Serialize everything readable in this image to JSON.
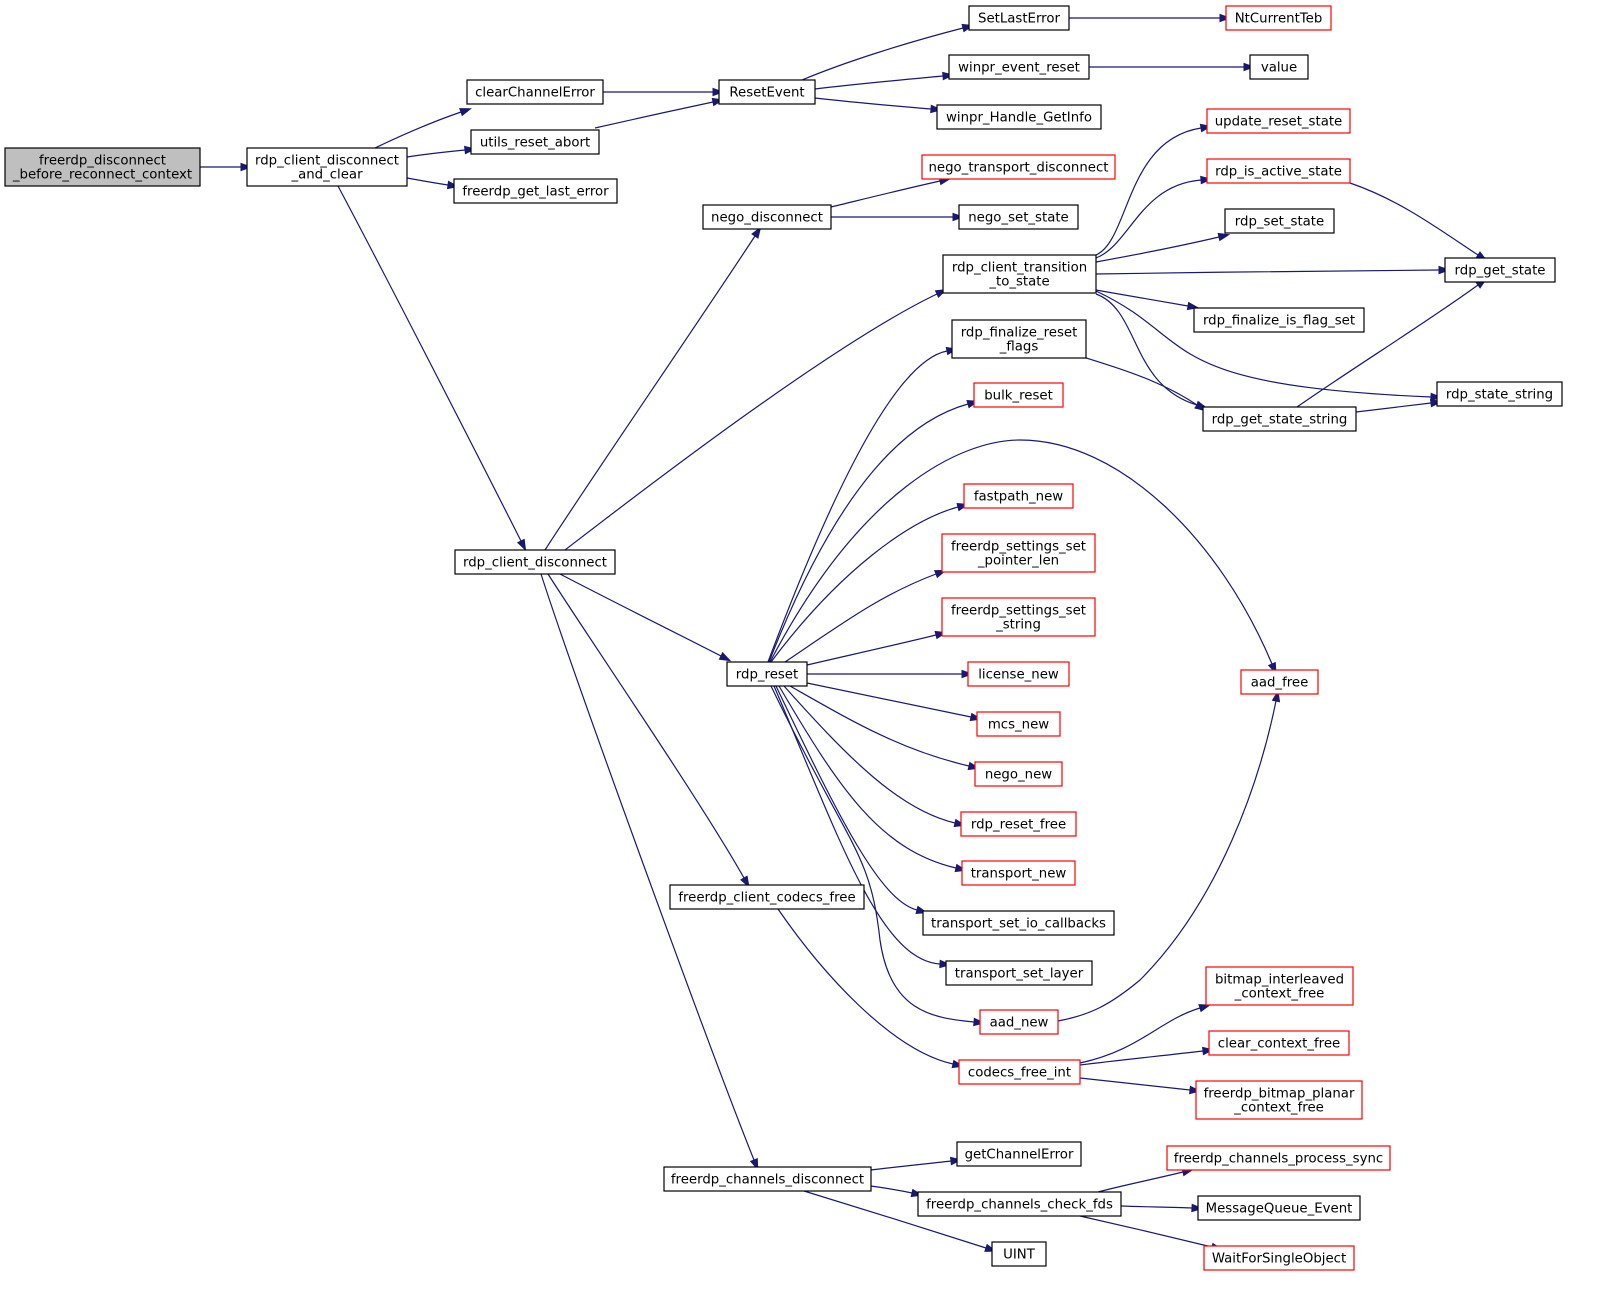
{
  "nodes": {
    "root": [
      "freerdp_disconnect",
      "_before_reconnect_context"
    ],
    "rdp_client_disconnect_and_clear": [
      "rdp_client_disconnect",
      "_and_clear"
    ],
    "clearChannelError": [
      "clearChannelError"
    ],
    "utils_reset_abort": [
      "utils_reset_abort"
    ],
    "freerdp_get_last_error": [
      "freerdp_get_last_error"
    ],
    "ResetEvent": [
      "ResetEvent"
    ],
    "SetLastError": [
      "SetLastError"
    ],
    "NtCurrentTeb": [
      "NtCurrentTeb"
    ],
    "winpr_event_reset": [
      "winpr_event_reset"
    ],
    "value": [
      "value"
    ],
    "winpr_Handle_GetInfo": [
      "winpr_Handle_GetInfo"
    ],
    "rdp_client_disconnect": [
      "rdp_client_disconnect"
    ],
    "nego_disconnect": [
      "nego_disconnect"
    ],
    "nego_transport_disconnect": [
      "nego_transport_disconnect"
    ],
    "nego_set_state": [
      "nego_set_state"
    ],
    "rdp_client_transition_to_state": [
      "rdp_client_transition",
      "_to_state"
    ],
    "update_reset_state": [
      "update_reset_state"
    ],
    "rdp_is_active_state": [
      "rdp_is_active_state"
    ],
    "rdp_set_state": [
      "rdp_set_state"
    ],
    "rdp_get_state": [
      "rdp_get_state"
    ],
    "rdp_finalize_is_flag_set": [
      "rdp_finalize_is_flag_set"
    ],
    "rdp_state_string": [
      "rdp_state_string"
    ],
    "rdp_get_state_string": [
      "rdp_get_state_string"
    ],
    "rdp_finalize_reset_flags": [
      "rdp_finalize_reset",
      "_flags"
    ],
    "bulk_reset": [
      "bulk_reset"
    ],
    "fastpath_new": [
      "fastpath_new"
    ],
    "freerdp_settings_set_pointer_len": [
      "freerdp_settings_set",
      "_pointer_len"
    ],
    "freerdp_settings_set_string": [
      "freerdp_settings_set",
      "_string"
    ],
    "license_new": [
      "license_new"
    ],
    "mcs_new": [
      "mcs_new"
    ],
    "nego_new": [
      "nego_new"
    ],
    "rdp_reset_free": [
      "rdp_reset_free"
    ],
    "transport_new": [
      "transport_new"
    ],
    "transport_set_io_callbacks": [
      "transport_set_io_callbacks"
    ],
    "transport_set_layer": [
      "transport_set_layer"
    ],
    "aad_new": [
      "aad_new"
    ],
    "aad_free": [
      "aad_free"
    ],
    "rdp_reset": [
      "rdp_reset"
    ],
    "freerdp_client_codecs_free": [
      "freerdp_client_codecs_free"
    ],
    "codecs_free_int": [
      "codecs_free_int"
    ],
    "bitmap_interleaved_context_free": [
      "bitmap_interleaved",
      "_context_free"
    ],
    "clear_context_free": [
      "clear_context_free"
    ],
    "freerdp_bitmap_planar_context_free": [
      "freerdp_bitmap_planar",
      "_context_free"
    ],
    "freerdp_channels_disconnect": [
      "freerdp_channels_disconnect"
    ],
    "getChannelError": [
      "getChannelError"
    ],
    "freerdp_channels_check_fds": [
      "freerdp_channels_check_fds"
    ],
    "freerdp_channels_process_sync": [
      "freerdp_channels_process_sync"
    ],
    "MessageQueue_Event": [
      "MessageQueue_Event"
    ],
    "WaitForSingleObject": [
      "WaitForSingleObject"
    ],
    "UINT": [
      "UINT"
    ]
  },
  "edges": [
    [
      "root",
      "rdp_client_disconnect_and_clear"
    ],
    [
      "rdp_client_disconnect_and_clear",
      "clearChannelError"
    ],
    [
      "rdp_client_disconnect_and_clear",
      "utils_reset_abort"
    ],
    [
      "rdp_client_disconnect_and_clear",
      "freerdp_get_last_error"
    ],
    [
      "rdp_client_disconnect_and_clear",
      "rdp_client_disconnect"
    ],
    [
      "clearChannelError",
      "ResetEvent"
    ],
    [
      "utils_reset_abort",
      "ResetEvent"
    ],
    [
      "ResetEvent",
      "SetLastError"
    ],
    [
      "ResetEvent",
      "winpr_event_reset"
    ],
    [
      "ResetEvent",
      "winpr_Handle_GetInfo"
    ],
    [
      "SetLastError",
      "NtCurrentTeb"
    ],
    [
      "winpr_event_reset",
      "value"
    ],
    [
      "rdp_client_disconnect",
      "nego_disconnect"
    ],
    [
      "rdp_client_disconnect",
      "rdp_client_transition_to_state"
    ],
    [
      "rdp_client_disconnect",
      "rdp_reset"
    ],
    [
      "rdp_client_disconnect",
      "freerdp_client_codecs_free"
    ],
    [
      "rdp_client_disconnect",
      "freerdp_channels_disconnect"
    ],
    [
      "nego_disconnect",
      "nego_transport_disconnect"
    ],
    [
      "nego_disconnect",
      "nego_set_state"
    ],
    [
      "rdp_client_transition_to_state",
      "update_reset_state"
    ],
    [
      "rdp_client_transition_to_state",
      "rdp_is_active_state"
    ],
    [
      "rdp_client_transition_to_state",
      "rdp_set_state"
    ],
    [
      "rdp_client_transition_to_state",
      "rdp_get_state"
    ],
    [
      "rdp_client_transition_to_state",
      "rdp_finalize_is_flag_set"
    ],
    [
      "rdp_client_transition_to_state",
      "rdp_get_state_string"
    ],
    [
      "rdp_client_transition_to_state",
      "rdp_state_string"
    ],
    [
      "rdp_is_active_state",
      "rdp_get_state"
    ],
    [
      "rdp_get_state_string",
      "rdp_get_state"
    ],
    [
      "rdp_get_state_string",
      "rdp_state_string"
    ],
    [
      "rdp_finalize_reset_flags",
      "rdp_get_state_string"
    ],
    [
      "rdp_reset",
      "rdp_finalize_reset_flags"
    ],
    [
      "rdp_reset",
      "bulk_reset"
    ],
    [
      "rdp_reset",
      "aad_free"
    ],
    [
      "rdp_reset",
      "fastpath_new"
    ],
    [
      "rdp_reset",
      "freerdp_settings_set_pointer_len"
    ],
    [
      "rdp_reset",
      "freerdp_settings_set_string"
    ],
    [
      "rdp_reset",
      "license_new"
    ],
    [
      "rdp_reset",
      "mcs_new"
    ],
    [
      "rdp_reset",
      "nego_new"
    ],
    [
      "rdp_reset",
      "rdp_reset_free"
    ],
    [
      "rdp_reset",
      "transport_new"
    ],
    [
      "rdp_reset",
      "transport_set_io_callbacks"
    ],
    [
      "rdp_reset",
      "transport_set_layer"
    ],
    [
      "rdp_reset",
      "aad_new"
    ],
    [
      "aad_new",
      "aad_free"
    ],
    [
      "freerdp_client_codecs_free",
      "codecs_free_int"
    ],
    [
      "codecs_free_int",
      "bitmap_interleaved_context_free"
    ],
    [
      "codecs_free_int",
      "clear_context_free"
    ],
    [
      "codecs_free_int",
      "freerdp_bitmap_planar_context_free"
    ],
    [
      "freerdp_channels_disconnect",
      "getChannelError"
    ],
    [
      "freerdp_channels_disconnect",
      "freerdp_channels_check_fds"
    ],
    [
      "freerdp_channels_disconnect",
      "UINT"
    ],
    [
      "freerdp_channels_check_fds",
      "freerdp_channels_process_sync"
    ],
    [
      "freerdp_channels_check_fds",
      "MessageQueue_Event"
    ],
    [
      "freerdp_channels_check_fds",
      "WaitForSingleObject"
    ]
  ],
  "red_nodes": [
    "NtCurrentTeb",
    "nego_transport_disconnect",
    "update_reset_state",
    "rdp_is_active_state",
    "bulk_reset",
    "fastpath_new",
    "freerdp_settings_set_pointer_len",
    "freerdp_settings_set_string",
    "license_new",
    "mcs_new",
    "nego_new",
    "rdp_reset_free",
    "transport_new",
    "aad_new",
    "aad_free",
    "codecs_free_int",
    "bitmap_interleaved_context_free",
    "clear_context_free",
    "freerdp_bitmap_planar_context_free",
    "freerdp_channels_process_sync",
    "WaitForSingleObject"
  ],
  "highlight_node": "root",
  "colors": {
    "edge": "#191970",
    "red_border": "#ff0000",
    "highlight_fill": "#bfbfbf"
  }
}
